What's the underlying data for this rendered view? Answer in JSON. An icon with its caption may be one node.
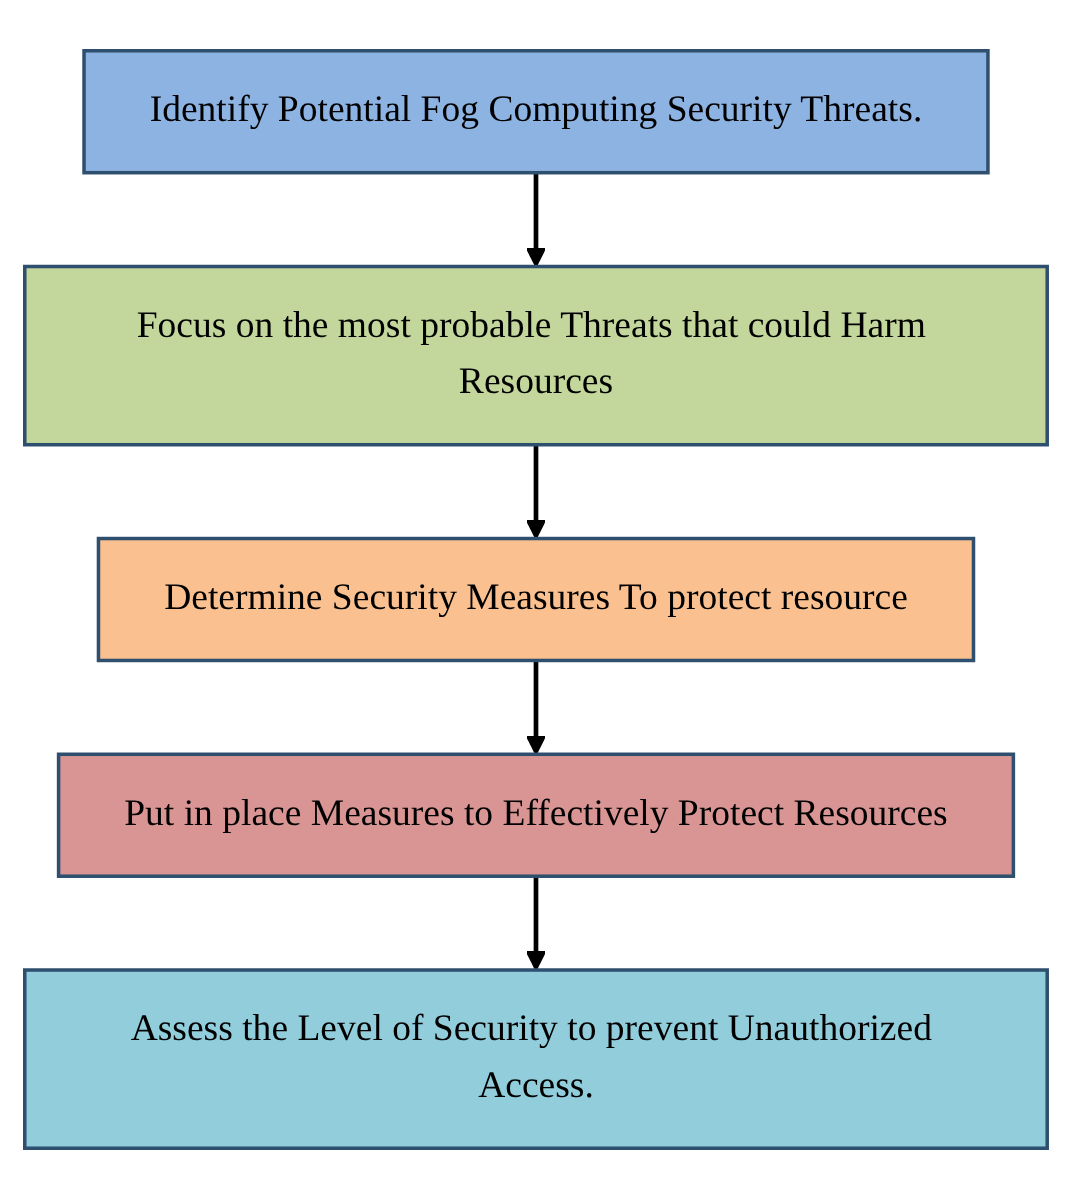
{
  "diagram": {
    "nodes": [
      {
        "text": [
          "Identify Potential Fog Computing Security Threats."
        ]
      },
      {
        "text": [
          "Focus on the most probable Threats that could Harm Resources"
        ]
      },
      {
        "text": [
          "Determine Security Measures To protect resource"
        ]
      },
      {
        "text": [
          "Put in place Measures to Effectively Protect Resources"
        ]
      },
      {
        "text": [
          "Assess the Level of Security to prevent Unauthorized Access."
        ]
      }
    ],
    "edges": [
      {
        "from": 0,
        "to": 1,
        "arrow": "to"
      },
      {
        "from": 1,
        "to": 2,
        "arrow": "to"
      },
      {
        "from": 2,
        "to": 3,
        "arrow": "to"
      },
      {
        "from": 3,
        "to": 4,
        "arrow": "to"
      }
    ]
  }
}
